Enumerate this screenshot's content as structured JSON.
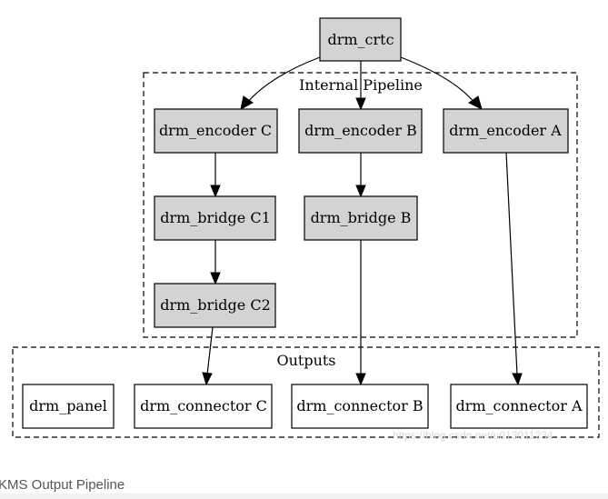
{
  "diagram": {
    "clusters": {
      "internal": {
        "label": "Internal Pipeline"
      },
      "outputs": {
        "label": "Outputs"
      }
    },
    "nodes": {
      "crtc": "drm_crtc",
      "encoder_c": "drm_encoder C",
      "encoder_b": "drm_encoder B",
      "encoder_a": "drm_encoder A",
      "bridge_c1": "drm_bridge C1",
      "bridge_b": "drm_bridge B",
      "bridge_c2": "drm_bridge C2",
      "panel": "drm_panel",
      "connector_c": "drm_connector C",
      "connector_b": "drm_connector B",
      "connector_a": "drm_connector A"
    },
    "watermark": "https://blog.csdn.net/u013011234"
  },
  "caption": "KMS Output Pipeline",
  "colors": {
    "node_fill": "#d3d3d3",
    "output_fill": "#ffffff",
    "stroke": "#000000"
  }
}
